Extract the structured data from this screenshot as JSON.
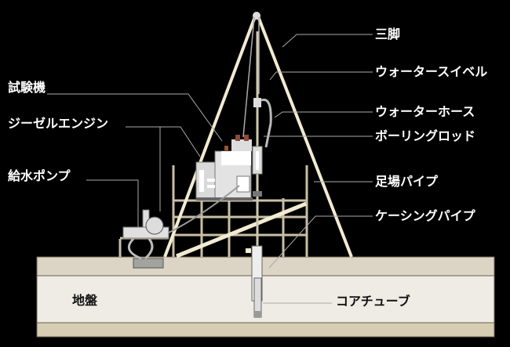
{
  "labels": {
    "tripod": "三脚",
    "water_swivel": "ウォータースイベル",
    "water_hose": "ウォーターホース",
    "boring_rod": "ボーリングロッド",
    "scaffold_pipe": "足場パイプ",
    "casing_pipe": "ケーシングパイプ",
    "core_tube": "コアチューブ",
    "testing_machine": "試験機",
    "diesel_engine": "ジーゼルエンジン",
    "water_pump": "給水ポンプ",
    "ground": "地盤"
  },
  "colors": {
    "background": "#000000",
    "tripod": "#f2ead2",
    "scaffold": "#c9bfa6",
    "ground_top": "#dcd4c4",
    "ground_mid": "#efece6",
    "ground_bottom": "#d6cdb2",
    "machine": "#d9d9d9",
    "leader": "#9a9a9a"
  }
}
